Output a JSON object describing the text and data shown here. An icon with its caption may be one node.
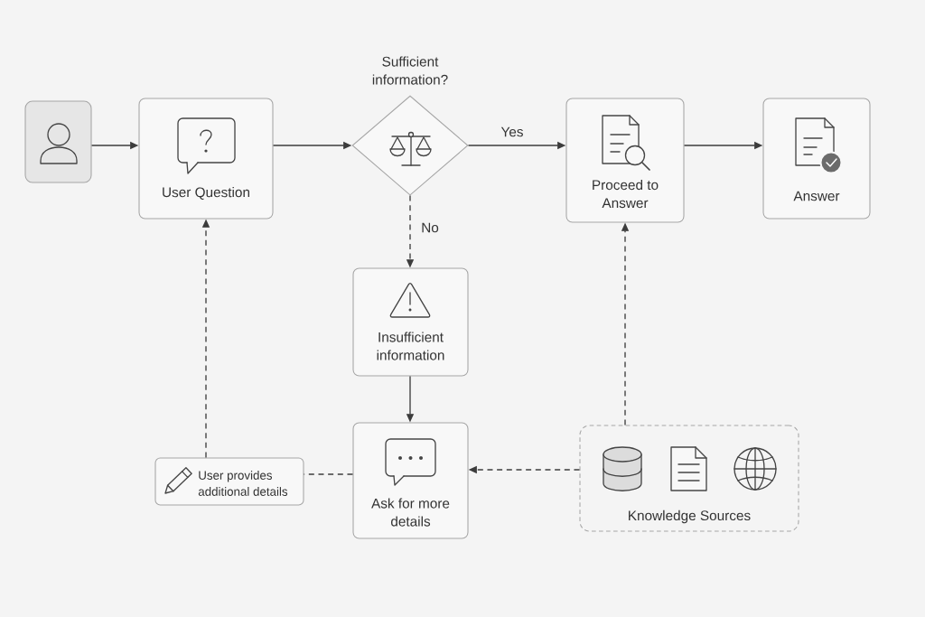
{
  "diagram": {
    "nodes": [
      {
        "text": [],
        "shape": "person"
      },
      {
        "text": [
          "User Question"
        ]
      },
      {
        "text": [
          "Sufficient information?"
        ]
      },
      {
        "text": [
          "Proceed to Answer"
        ]
      },
      {
        "text": [
          "Answer"
        ]
      },
      {
        "text": [
          "Insufficient information"
        ]
      },
      {
        "text": [
          "Ask for more details"
        ]
      },
      {
        "text": [
          "User provides additional details"
        ]
      },
      {
        "text": [
          "Knowledge Sources"
        ]
      }
    ],
    "edges": [
      {
        "from": 0,
        "to": 1,
        "arrow": "to"
      },
      {
        "from": 1,
        "to": 2,
        "arrow": "to"
      },
      {
        "from": 2,
        "to": 3,
        "arrow": "to",
        "label": "Yes"
      },
      {
        "from": 3,
        "to": 4,
        "arrow": "to"
      },
      {
        "from": 2,
        "to": 5,
        "arrow": "to",
        "label": "No",
        "style": "dashed"
      },
      {
        "from": 5,
        "to": 6,
        "arrow": "to"
      },
      {
        "from": 8,
        "to": 6,
        "arrow": "to",
        "style": "dashed"
      },
      {
        "from": 8,
        "to": 3,
        "arrow": "to",
        "style": "dashed"
      },
      {
        "from": 6,
        "to": 7,
        "arrow": "none",
        "style": "dashed"
      },
      {
        "from": 7,
        "to": 1,
        "arrow": "to",
        "style": "dashed"
      }
    ]
  }
}
